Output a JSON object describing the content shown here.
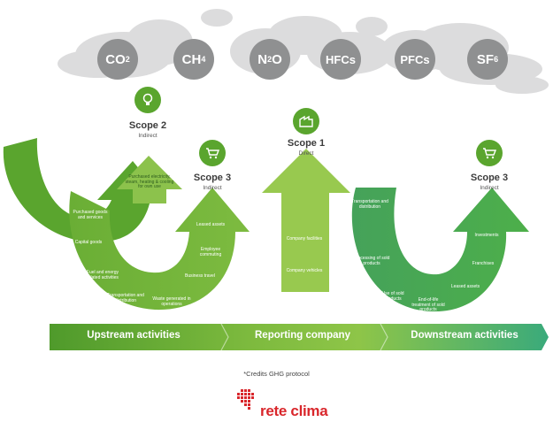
{
  "gases": [
    {
      "base": "CO",
      "sub": "2"
    },
    {
      "base": "CH",
      "sub": "4"
    },
    {
      "base": "N",
      "sub": "2",
      "tail": "O"
    },
    {
      "base": "HFCs",
      "sub": ""
    },
    {
      "base": "PFCs",
      "sub": ""
    },
    {
      "base": "SF",
      "sub": "6"
    }
  ],
  "scopes": {
    "scope2": {
      "title": "Scope 2",
      "subtitle": "Indirect"
    },
    "scope3_up": {
      "title": "Scope 3",
      "subtitle": "Indirect"
    },
    "scope1": {
      "title": "Scope 1",
      "subtitle": "Direct"
    },
    "scope3_down": {
      "title": "Scope 3",
      "subtitle": "Indirect"
    }
  },
  "scope2_activity": "Purchased electricity, steam, heating & cooling for own use",
  "upstream_activities": [
    "Purchased goods and services",
    "Capital goods",
    "Fuel and energy related activities",
    "Transportation and distribution",
    "Waste generated in operations",
    "Business travel",
    "Employee commuting",
    "Leased assets"
  ],
  "scope1_activities": [
    "Company facilities",
    "Company vehicles"
  ],
  "downstream_activities": [
    "Transportation and distribution",
    "Processing of sold products",
    "Use of sold products",
    "End-of-life treatment of sold products",
    "Leased assets",
    "Franchises",
    "Investments"
  ],
  "bands": {
    "upstream": "Upstream activities",
    "reporting": "Reporting company",
    "downstream": "Downstream activities"
  },
  "credits": "*Credits GHG protocol",
  "logo": "rete clima",
  "colors": {
    "cloud": "#d9d9da",
    "gas": "#8f9091",
    "green_dark": "#5aa52e",
    "green_mid": "#7cb840",
    "green_light": "#98c94f",
    "teal": "#3cab7a",
    "brand_red": "#d9262b"
  },
  "icons": {
    "scope2": "lightbulb-icon",
    "scope1": "factory-icon",
    "scope3_up": "cart-icon",
    "scope3_down": "cart-icon"
  }
}
